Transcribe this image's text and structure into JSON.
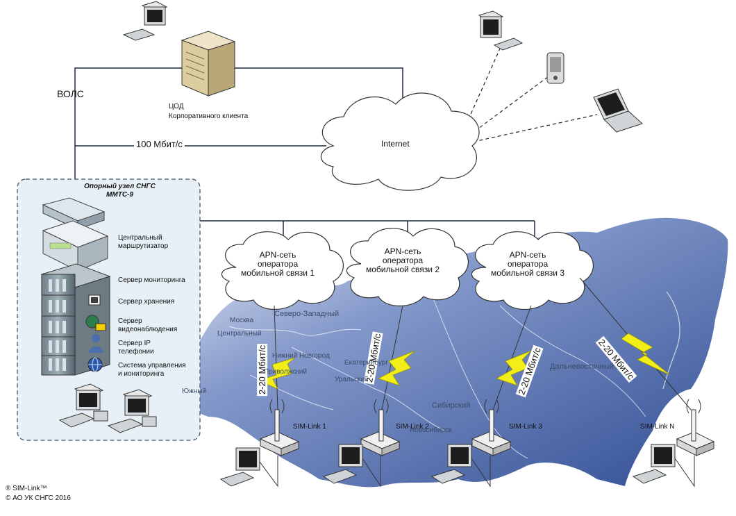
{
  "datacenter": {
    "title": "ЦОД",
    "subtitle": "Корпоративного клиента"
  },
  "links": {
    "fiber": "ВОЛС",
    "backbone_rate": "100 Мбит/с"
  },
  "internet": {
    "label": "Internet"
  },
  "node": {
    "title_line1": "Опорный узел СНГС",
    "title_line2": "ММТС-9"
  },
  "equipment": [
    {
      "name": "router",
      "label": "Центральный маршрутизатор"
    },
    {
      "name": "monitoring-server",
      "label": "Сервер мониторинга"
    },
    {
      "name": "storage-server",
      "label": "Сервер хранения"
    },
    {
      "name": "video-server",
      "label": "Сервер видеонаблюдения"
    },
    {
      "name": "ip-phone-server",
      "label": "Сервер IP телефонии"
    },
    {
      "name": "management-system",
      "label": "Система управления и иониторинга"
    }
  ],
  "apn_networks": [
    {
      "label": "APN-сеть оператора мобильной связи 1"
    },
    {
      "label": "APN-сеть оператора мобильной связи 2"
    },
    {
      "label": "APN-сеть оператора мобильной связи 3"
    }
  ],
  "radio_links": [
    {
      "rate": "2-20 Мбит/с"
    },
    {
      "rate": "2-20 Мбит/с"
    },
    {
      "rate": "2-20 Мбит/с"
    },
    {
      "rate": "2-20 Мбит/с"
    }
  ],
  "terminals": [
    {
      "label": "SIM-Link 1"
    },
    {
      "label": "SIM-Link 2"
    },
    {
      "label": "SIM-Link 3"
    },
    {
      "label": "SIM-Link N"
    }
  ],
  "map_regions": [
    {
      "label": "Москва"
    },
    {
      "label": "Северо-Западный"
    },
    {
      "label": "Центральный"
    },
    {
      "label": "Нижний Новгород"
    },
    {
      "label": "Приволжский"
    },
    {
      "label": "Екатеринбург"
    },
    {
      "label": "Уральский"
    },
    {
      "label": "Южный"
    },
    {
      "label": "Сибирский"
    },
    {
      "label": "Новосибирск"
    },
    {
      "label": "Дальневосточный"
    }
  ],
  "footer": {
    "line1": "® SIM-Link™",
    "line2": "© АО УК СНГС 2016"
  },
  "colors": {
    "map": "#2f4f9f",
    "lightning": "#f2ee1a",
    "node_border": "#5a6a7a",
    "node_fill": "#e6f0f6"
  }
}
